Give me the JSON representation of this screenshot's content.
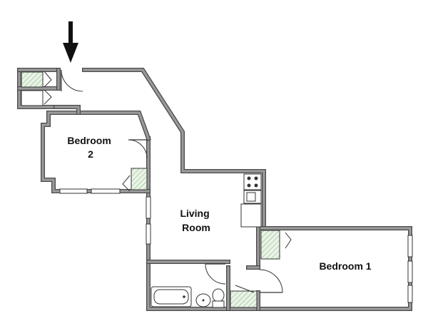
{
  "rooms": {
    "bedroom2": {
      "line1": "Bedroom",
      "line2": "2"
    },
    "living": {
      "line1": "Living",
      "line2": "Room"
    },
    "bedroom1": {
      "line1": "Bedroom 1"
    }
  },
  "icons": {
    "entrance": "entrance-arrow-icon"
  }
}
